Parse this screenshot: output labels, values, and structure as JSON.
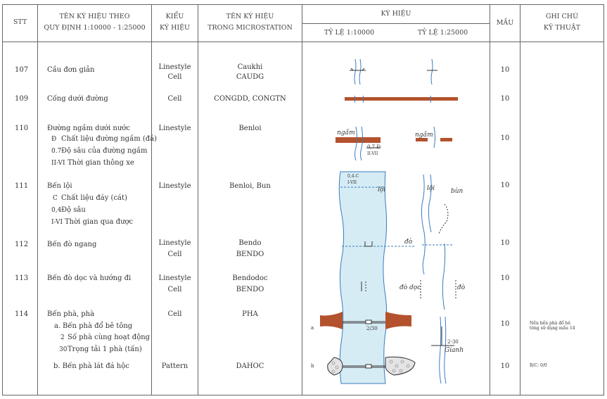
{
  "header": {
    "stt": "STT",
    "name_l1": "TÊN KÝ HIỆU THEO",
    "name_l2": "QUY ĐỊNH 1:10000 - 1:25000",
    "type_l1": "KIỂU",
    "type_l2": "KÝ HIỆU",
    "ms_l1": "TÊN KÝ HIỆU",
    "ms_l2": "TRONG MICROSTATION",
    "symbol": "KÝ HIỆU",
    "scale_10k": "TỶ LỆ 1:10000",
    "scale_25k": "TỶ LỆ 1:25000",
    "color": "MẦU",
    "note_l1": "GHI CHÚ",
    "note_l2": "KỸ THUẬT"
  },
  "rows": [
    {
      "stt": "107",
      "name": "Cầu đơn giản",
      "type": [
        "Linestyle",
        "Cell"
      ],
      "ms": [
        "Caukhi",
        "CAUDG"
      ],
      "color": "10"
    },
    {
      "stt": "109",
      "name": "Cống dưới đường",
      "type": [
        "Cell"
      ],
      "ms": [
        "CONGDD, CONGTN"
      ],
      "color": "10"
    },
    {
      "stt": "110",
      "name": "Đường ngầm dưới nước",
      "subs": [
        {
          "code": "Đ",
          "text": "Chất liệu đường ngầm (đá)"
        },
        {
          "code": "0.7",
          "text": "Độ sâu của đường ngầm"
        },
        {
          "code": "II-VI",
          "text": "Thời gian thông xe"
        }
      ],
      "type": [
        "Linestyle"
      ],
      "ms": [
        "Benloi"
      ],
      "color": "10"
    },
    {
      "stt": "111",
      "name": "Bến lội",
      "subs": [
        {
          "code": "C",
          "text": "Chất liệu đáy (cát)"
        },
        {
          "code": "0,4",
          "text": "Độ sâu"
        },
        {
          "code": "I-VI",
          "text": "Thời gian qua được"
        }
      ],
      "type": [
        "Linestyle"
      ],
      "ms": [
        "Benloi, Bun"
      ],
      "color": "10"
    },
    {
      "stt": "112",
      "name": "Bến đò ngang",
      "type": [
        "Linestyle",
        "Cell"
      ],
      "ms": [
        "Bendo",
        "BENDO"
      ],
      "color": "10"
    },
    {
      "stt": "113",
      "name": "Bến đò dọc và hướng đi",
      "type": [
        "Linestyle",
        "Cell"
      ],
      "ms": [
        "Bendodoc",
        "BENDO"
      ],
      "color": "10"
    },
    {
      "stt": "114",
      "name": "Bến phà, phà",
      "subs": [
        {
          "code": "a.",
          "text": "Bến phà đổ bê tông"
        },
        {
          "code": "2",
          "text": "Số phà cùng hoạt động"
        },
        {
          "code": "30",
          "text": "Trọng tải 1 phà (tấn)"
        }
      ],
      "sub_b": "b. Bến phà lát đá hộc",
      "type": [
        "Cell"
      ],
      "type_b": "Pattern",
      "ms": [
        "PHA"
      ],
      "ms_b": "DAHOC",
      "color": "10",
      "color_b": "10",
      "note": "Nền bến phà đổ bê tông sử dụng mầu 14",
      "note_b": "R/C: 0/0"
    }
  ],
  "symbol_labels": {
    "ngam": "ngầm",
    "ngam_val": "0,7 Đ",
    "ngam_time": "II-VII",
    "loi_val": "0,4-C",
    "loi_time": "I-VII",
    "loi": "lội",
    "bun": "bùn",
    "do": "đò",
    "doc": "đò dọc",
    "do2": "đò",
    "pha_val": "2/30",
    "pha_val2": "2-30",
    "gianh": "Gianh",
    "mark_a": "a",
    "mark_b": "b"
  },
  "colors": {
    "river_fill": "#d6ecf4",
    "river_line": "#3a7bbf",
    "road": "#b3522d",
    "grid": "#666666"
  }
}
